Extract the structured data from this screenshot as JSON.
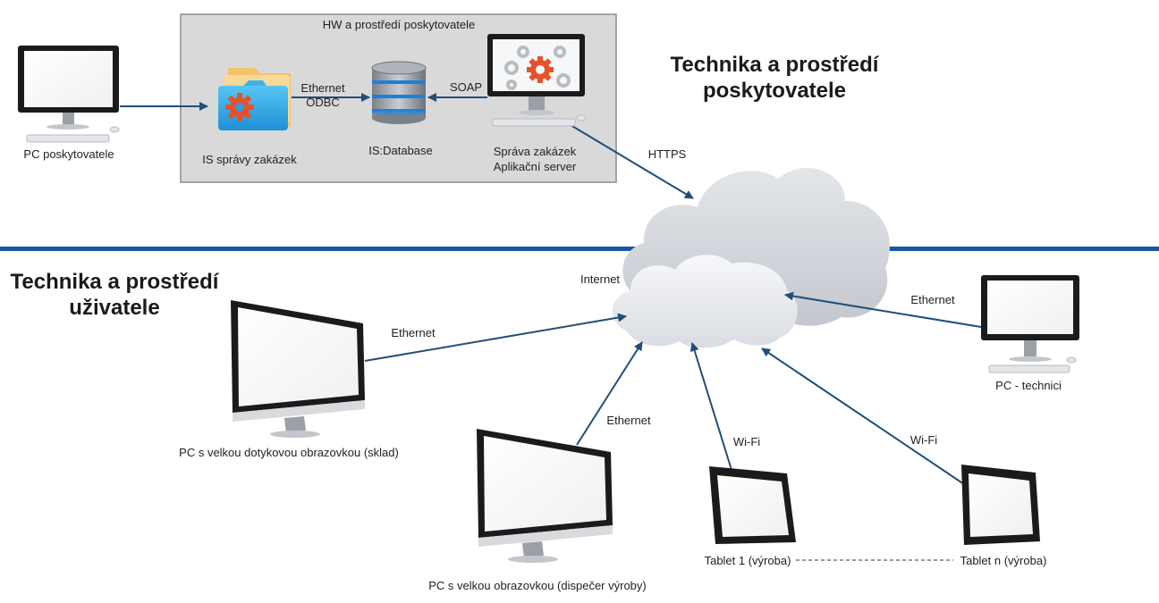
{
  "provider_box": {
    "title": "HW a prostředí poskytovatele",
    "fill": "#d9d9d9"
  },
  "headings": {
    "provider": [
      "Technika a prostředí",
      "poskytovatele"
    ],
    "user": [
      "Technika a prostředí",
      "uživatele"
    ]
  },
  "nodes": {
    "pc_provider": "PC poskytovatele",
    "is_app": "IS správy zakázek",
    "database": "IS:Database",
    "app_server": [
      "Správa zakázek",
      "Aplikační server"
    ],
    "pc_technicians": "PC - technici",
    "pc_touch": "PC s velkou dotykovou obrazovkou (sklad)",
    "pc_dispatch": "PC s velkou obrazovkou (dispečer výroby)",
    "tablet_1": "Tablet 1 (výroba)",
    "tablet_n": "Tablet n (výroba)"
  },
  "connections": {
    "ethernet_odbc": [
      "Ethernet",
      "ODBC"
    ],
    "soap": "SOAP",
    "https": "HTTPS",
    "internet": "Internet",
    "ethernet_technicians": "Ethernet",
    "ethernet_touch": "Ethernet",
    "ethernet_dispatch": "Ethernet",
    "wifi_1": "Wi-Fi",
    "wifi_n": "Wi-Fi"
  },
  "icons": [
    "desktop-monitor-icon",
    "folder-gear-icon",
    "database-icon",
    "server-gears-icon",
    "cloud-icon",
    "tablet-icon"
  ],
  "colors": {
    "arrow": "#1f4e79",
    "divider": "#1557a0",
    "gear": "#e8502a"
  }
}
